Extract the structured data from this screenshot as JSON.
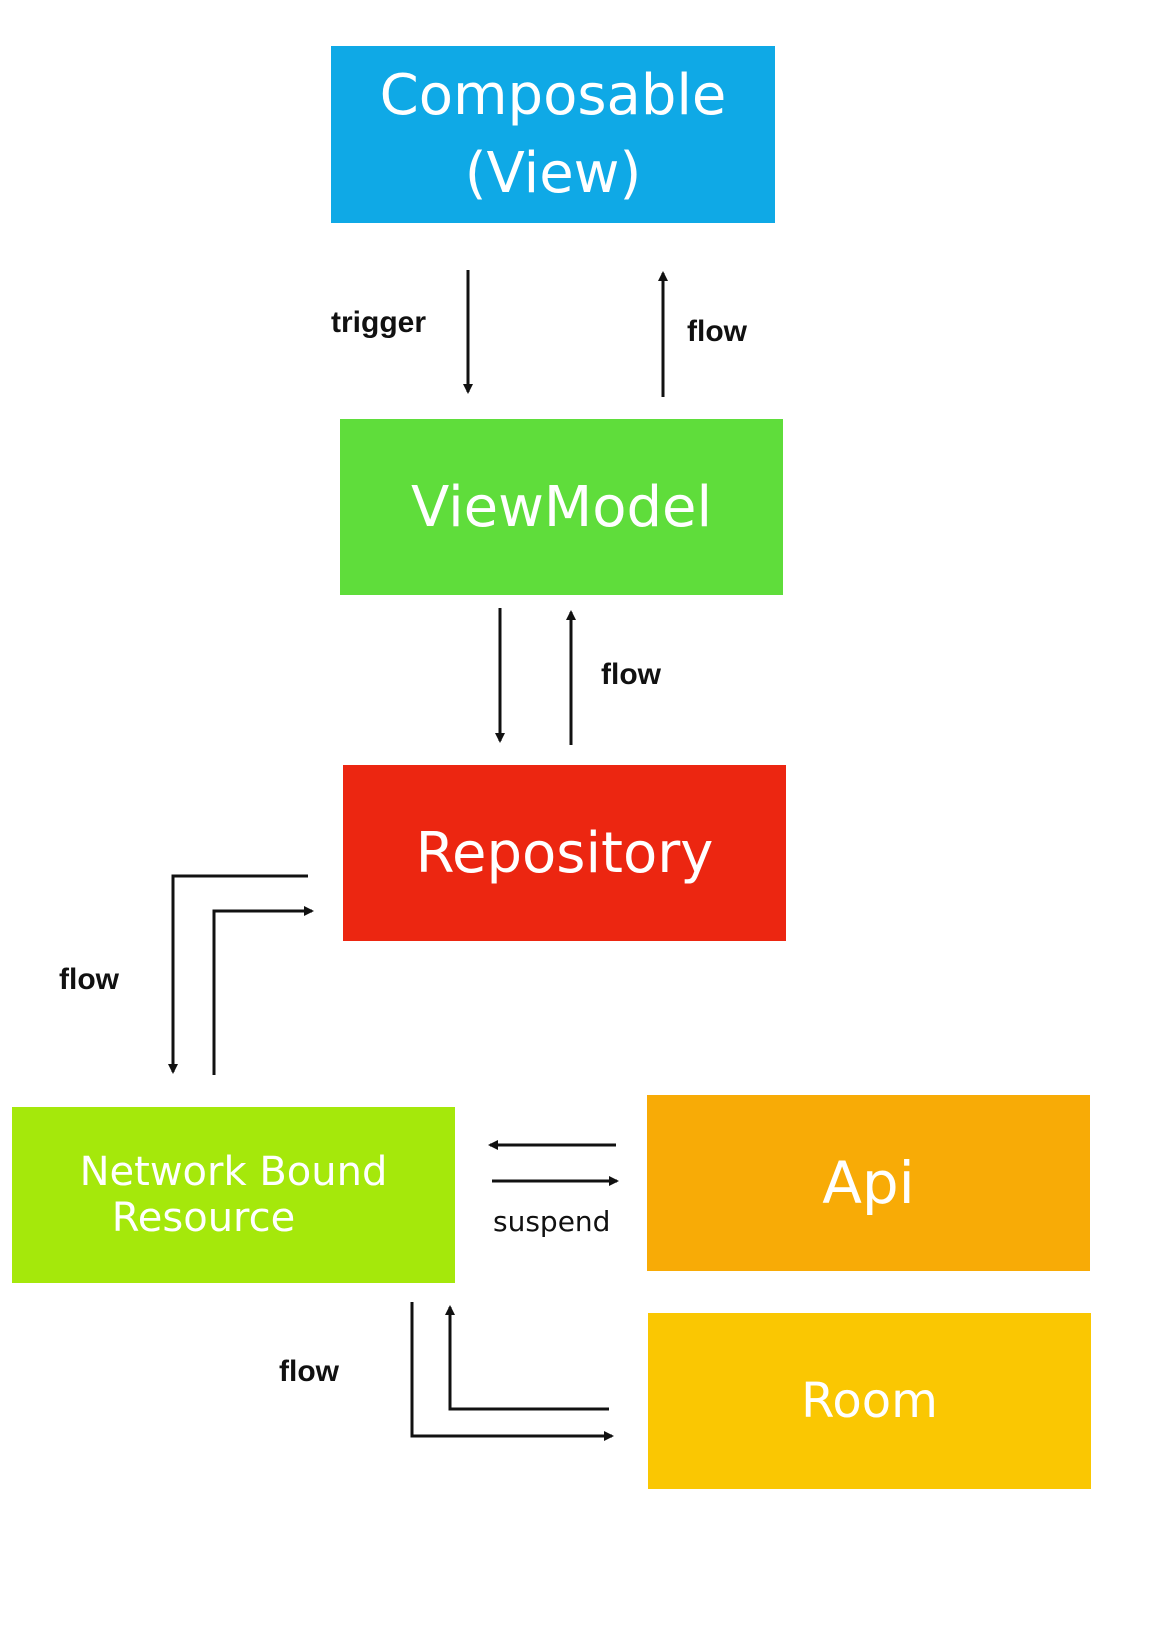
{
  "nodes": {
    "view": {
      "line1": "Composable",
      "line2": "(View)",
      "color": "#0fa9e6"
    },
    "viewmodel": {
      "label": "ViewModel",
      "color": "#5fdd3b"
    },
    "repository": {
      "label": "Repository",
      "color": "#ec2611"
    },
    "network_bound_resource": {
      "line1": "Network Bound",
      "line2": "Resource",
      "color": "#a5e80b"
    },
    "api": {
      "label": "Api",
      "color": "#f8ab06"
    },
    "room": {
      "label": "Room",
      "color": "#fac702"
    }
  },
  "edges": {
    "view_vm_down": "trigger",
    "vm_view_up": "flow",
    "repo_vm_up": "flow",
    "nbr_repo": "flow",
    "api_nbr": "suspend",
    "room_nbr": "flow"
  }
}
